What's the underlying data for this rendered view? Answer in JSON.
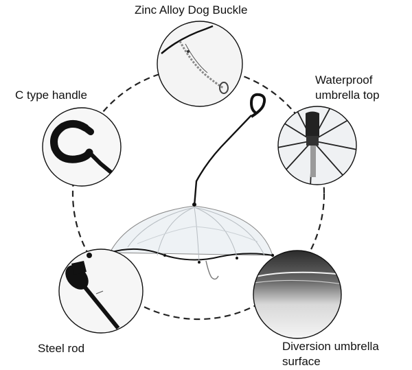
{
  "labels": {
    "zinc_alloy_dog_buckle": "Zinc Alloy Dog Buckle",
    "waterproof_umbrella_top": [
      "Waterproof",
      "umbrella top"
    ],
    "c_type_handle": "C type handle",
    "steel_rod": "Steel rod",
    "diversion_umbrella_surface": [
      "Diversion umbrella",
      "surface"
    ]
  },
  "colors": {
    "ink": "#111111",
    "canopy": "#e9eef2",
    "dashed_ring": "#222222"
  }
}
